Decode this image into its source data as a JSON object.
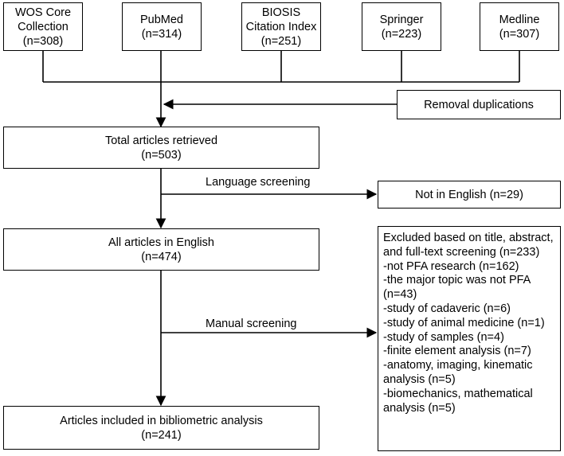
{
  "sources": [
    {
      "line1": "WOS Core",
      "line2": "Collection",
      "line3": "(n=308)"
    },
    {
      "line1": "PubMed",
      "line2": "(n=314)"
    },
    {
      "line1": "BIOSIS",
      "line2": "Citation Index",
      "line3": "(n=251)"
    },
    {
      "line1": "Springer",
      "line2": "(n=223)"
    },
    {
      "line1": "Medline",
      "line2": "(n=307)"
    }
  ],
  "removal": "Removal duplications",
  "total": {
    "line1": "Total articles retrieved",
    "line2": "(n=503)"
  },
  "language_screening": "Language screening",
  "not_english": "Not in English (n=29)",
  "english": {
    "line1": "All articles in English",
    "line2": "(n=474)"
  },
  "manual_screening": "Manual screening",
  "included": {
    "line1": "Articles included in bibliometric analysis",
    "line2": "(n=241)"
  },
  "excluded": [
    "Excluded based on title, abstract,",
    "and full-text screening (n=233)",
    "-not PFA research (n=162)",
    "-the major topic was not PFA",
    "(n=43)",
    "-study of cadaveric (n=6)",
    "-study of animal medicine (n=1)",
    "-study of samples (n=4)",
    "-finite element analysis (n=7)",
    "-anatomy, imaging, kinematic",
    "analysis (n=5)",
    "-biomechanics, mathematical",
    "analysis (n=5)"
  ]
}
